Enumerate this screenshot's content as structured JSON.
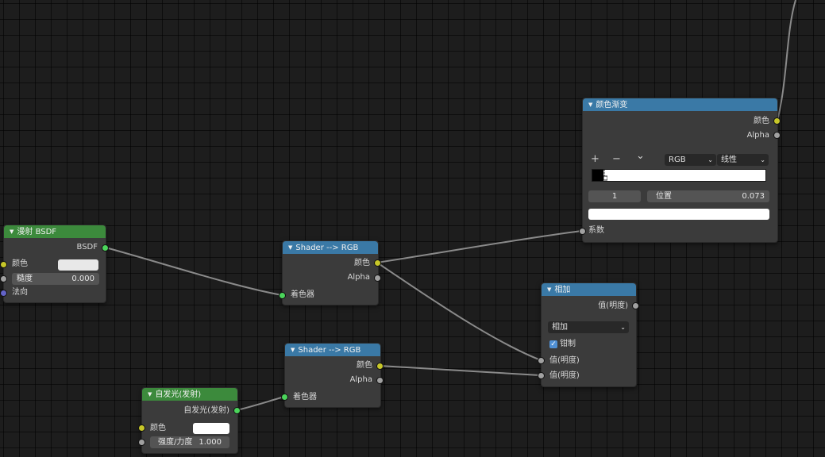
{
  "nodes": {
    "diffuse": {
      "title": "漫射 BSDF",
      "output_bsdf": "BSDF",
      "input_color": "颜色",
      "input_roughness_label": "糙度",
      "input_roughness_value": "0.000",
      "input_normal": "法向"
    },
    "shader_rgb_1": {
      "title": "Shader --> RGB",
      "output_color": "颜色",
      "output_alpha": "Alpha",
      "input_shader": "着色器"
    },
    "shader_rgb_2": {
      "title": "Shader --> RGB",
      "output_color": "颜色",
      "output_alpha": "Alpha",
      "input_shader": "着色器"
    },
    "emission": {
      "title": "自发光(发射)",
      "output_emission": "自发光(发射)",
      "input_color": "颜色",
      "input_strength_label": "强度/力度",
      "input_strength_value": "1.000"
    },
    "color_ramp": {
      "title": "颜色渐变",
      "output_color": "颜色",
      "output_alpha": "Alpha",
      "add_icon": "+",
      "remove_icon": "−",
      "menu_icon": "⌄",
      "color_mode": "RGB",
      "interpolation": "线性",
      "stop_index": "1",
      "position_label": "位置",
      "position_value": "0.073",
      "input_fac": "系数"
    },
    "math_add": {
      "title": "相加",
      "output_value": "值(明度)",
      "operation": "相加",
      "clamp_label": "钳制",
      "input_value_1": "值(明度)",
      "input_value_2": "值(明度)"
    }
  }
}
